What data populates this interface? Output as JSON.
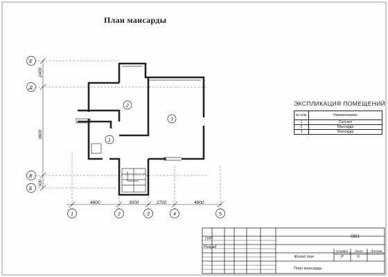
{
  "drawing_title": "План мансарды",
  "explication": {
    "title": "ЭКСПЛИКАЦИЯ ПОМЕЩЕНИЙ",
    "headers": [
      "№ пом.",
      "Наименование"
    ],
    "rows": [
      {
        "num": "1",
        "name": "Санузел"
      },
      {
        "num": "2",
        "name": "Мансарда"
      },
      {
        "num": "3",
        "name": "Мансарда"
      }
    ]
  },
  "axes": {
    "horizontal": [
      "Е",
      "Д",
      "В",
      "Б"
    ],
    "vertical": [
      "1",
      "2",
      "3",
      "4",
      "5"
    ]
  },
  "dimensions": {
    "left": [
      "2400",
      "3600",
      "900"
    ],
    "bottom": [
      "4800",
      "3000",
      "2700",
      "4800"
    ]
  },
  "rooms": [
    "1",
    "2",
    "3"
  ],
  "stamp": {
    "roles": [
      "ГИП",
      "Разраб"
    ],
    "code": "ОВ1",
    "object": "Жилой дом",
    "sheet_title": "План мансарды",
    "col_headers": [
      "Стадия",
      "Лист",
      "Листов"
    ],
    "stage": "Р",
    "sheet": "6",
    "sheets": ""
  }
}
